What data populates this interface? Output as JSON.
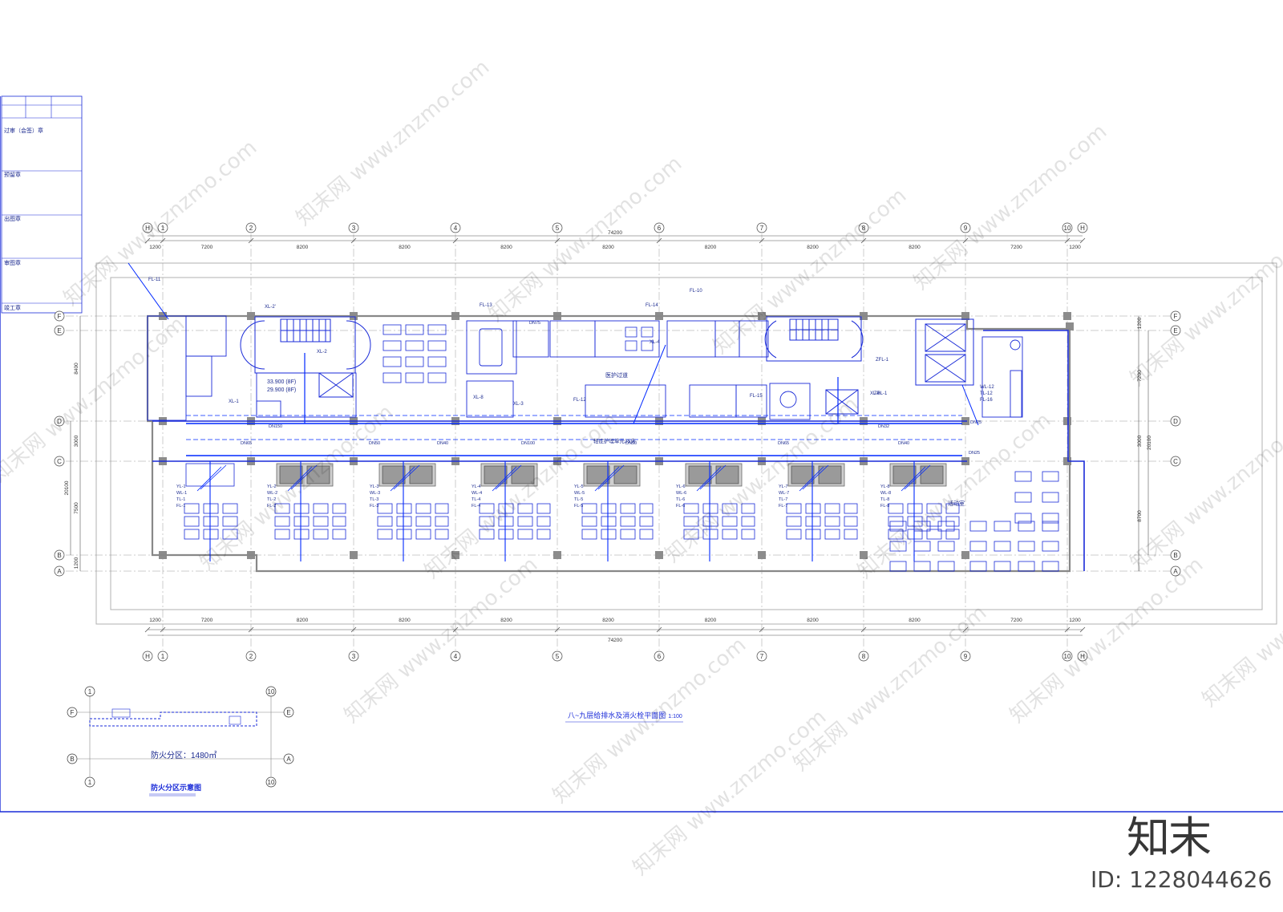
{
  "title_block": {
    "rows": [
      "过审（会签）章",
      "预留章",
      "出图章",
      "审图章",
      "竣工章"
    ]
  },
  "axes": {
    "columns": [
      "1",
      "2",
      "3",
      "4",
      "5",
      "6",
      "7",
      "8",
      "9",
      "10"
    ],
    "end_column": "H",
    "rows": [
      "F",
      "E",
      "D",
      "C",
      "B",
      "A"
    ],
    "spans_top": [
      "1200",
      "7200",
      "8200",
      "8200",
      "8200",
      "8200",
      "8200",
      "8200",
      "8200",
      "7200",
      "1200"
    ],
    "total": "74200",
    "left_dims": [
      "8400",
      "3000",
      "20100",
      "7500",
      "1200"
    ],
    "right_dims": [
      "1200",
      "7200",
      "3000",
      "20100",
      "8700"
    ]
  },
  "pipe_labels": {
    "fl": [
      "FL-11",
      "FL-13",
      "FL-14",
      "FL-10",
      "FL-12",
      "FL-15"
    ],
    "xl": [
      "XL-2'",
      "XL-2",
      "XL-1",
      "XL-8",
      "XL-3",
      "XL-4",
      "XL-6"
    ],
    "yl_groups": [
      [
        "YL-1",
        "WL-1",
        "TL-1",
        "FL-1"
      ],
      [
        "YL-2",
        "WL-2",
        "TL-2",
        "FL-2"
      ],
      [
        "YL-3",
        "WL-3",
        "TL-3",
        "FL-3"
      ],
      [
        "YL-4",
        "WL-4",
        "TL-4",
        "FL-4"
      ],
      [
        "YL-5",
        "WL-5",
        "TL-5",
        "FL-5"
      ],
      [
        "YL-6",
        "WL-6",
        "TL-6",
        "FL-6"
      ],
      [
        "YL-7",
        "WL-7",
        "TL-7",
        "FL-7"
      ],
      [
        "YL-8",
        "WL-8",
        "TL-8",
        "FL-8"
      ]
    ],
    "right_stack": [
      "WL-12",
      "TL-12",
      "FL-16"
    ],
    "zfl": [
      "ZFL-1",
      "ZPL-1"
    ],
    "dn": [
      "DN150",
      "DN65",
      "DN50",
      "DN40",
      "DN100",
      "DN32",
      "DN25",
      "DN75"
    ],
    "room_labels": [
      "医护过道",
      "轻症护理单元35床",
      "活动室"
    ],
    "levels": [
      "33.900 (8F)",
      "29.900 (8F)"
    ]
  },
  "drawing_title": "八~九层给排水及消火栓平面图",
  "drawing_scale": "1:100",
  "key_plan": {
    "area_label": "防火分区：1480㎡",
    "caption": "防火分区示意图",
    "axes": [
      "1",
      "10",
      "F",
      "E",
      "B",
      "A"
    ]
  },
  "watermark": {
    "site": "www.znzmo.com",
    "brand": "知末网",
    "logo": "知末",
    "id": "ID: 1228044626"
  },
  "colors": {
    "line": "#1a2bd8",
    "pipe": "#0028ff",
    "wall": "#9a9a9a",
    "column": "#8c8c8c",
    "text": "#1b2a8f"
  }
}
